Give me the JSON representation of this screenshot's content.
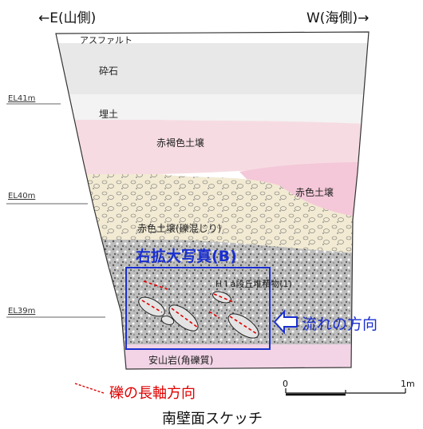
{
  "header": {
    "left_direction": "←E(山側)",
    "right_direction": "W(海側)→"
  },
  "elevations": [
    "EL41m",
    "EL40m",
    "EL39m"
  ],
  "layers": {
    "asphalt": "アスファルト",
    "crushed_stone": "砕石",
    "fill": "埋土",
    "reddish_brown_soil": "赤褐色土壌",
    "red_soil": "赤色土壌",
    "red_soil_gravel": "赤色土壌(礫混じり)",
    "terrace_deposit": "H I a段丘堆積物(1)",
    "andesite": "安山岩(角礫質)"
  },
  "annotations": {
    "enlarged_photo": "右拡大写真(B)",
    "flow_direction": "流れの方向",
    "long_axis": "礫の長軸方向"
  },
  "scale_bar": {
    "start": "0",
    "end": "1m"
  },
  "caption": "南壁面スケッチ",
  "colors": {
    "blue": "#1a2fd0",
    "red": "#e00000",
    "pink": "#f4c8d8",
    "beige": "#f0e6cc",
    "gray": "#bdbdbd"
  }
}
